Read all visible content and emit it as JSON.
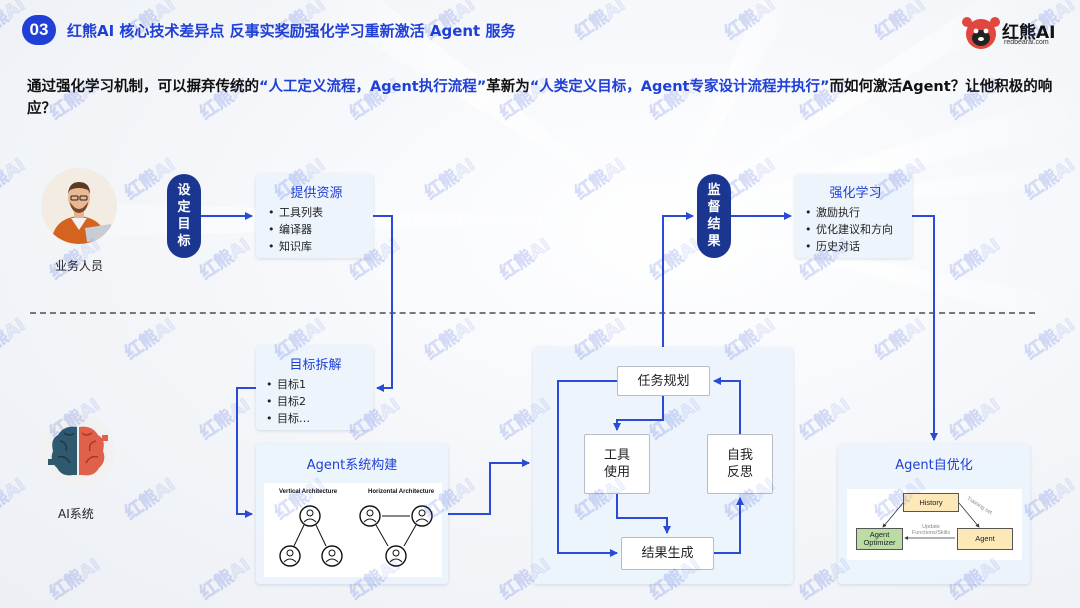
{
  "header": {
    "badge": "03",
    "title": "红熊AI 核心技术差异点 反事实奖励强化学习重新激活 Agent 服务"
  },
  "logo": {
    "text": "红熊AI",
    "domain": "redbearai.com"
  },
  "question": {
    "part1": "通过强化学习机制，可以摒弃传统的",
    "hl1": "“人工定义流程，Agent执行流程”",
    "part2": "革新为",
    "hl2": "“人类定义目标，Agent专家设计流程并执行”",
    "part3": "而如何激活Agent？让他积极的响应？"
  },
  "actors": {
    "business": "业务人员",
    "ai": "AI系统"
  },
  "pills": {
    "set_goal": [
      "设",
      "定",
      "目",
      "标"
    ],
    "monitor": [
      "监",
      "督",
      "结",
      "果"
    ]
  },
  "cards": {
    "resources": {
      "title": "提供资源",
      "items": [
        "工具列表",
        "编译器",
        "知识库"
      ]
    },
    "rl": {
      "title": "强化学习",
      "items": [
        "激励执行",
        "优化建议和方向",
        "历史对话"
      ]
    },
    "decompose": {
      "title": "目标拆解",
      "items": [
        "目标1",
        "目标2",
        "目标…"
      ]
    },
    "build": {
      "title": "Agent系统构建",
      "vertical": "Vertical Architecture",
      "horizontal": "Horizontal Architecture"
    },
    "selfopt": {
      "title": "Agent自优化",
      "history": "History",
      "optimizer": "Agent Optimizer",
      "agent": "Agent",
      "training": "Training set",
      "update": "Update Functions/Skills"
    }
  },
  "loop": {
    "plan": "任务规划",
    "tool": "工具使用",
    "reflect": "自我反思",
    "result": "结果生成"
  },
  "watermark": "红熊AI",
  "colors": {
    "accent": "#1f3fd6",
    "pill": "#1a3690",
    "card": "#ecf3fc",
    "arrow": "#2b4ad8",
    "divider": "#777777"
  }
}
